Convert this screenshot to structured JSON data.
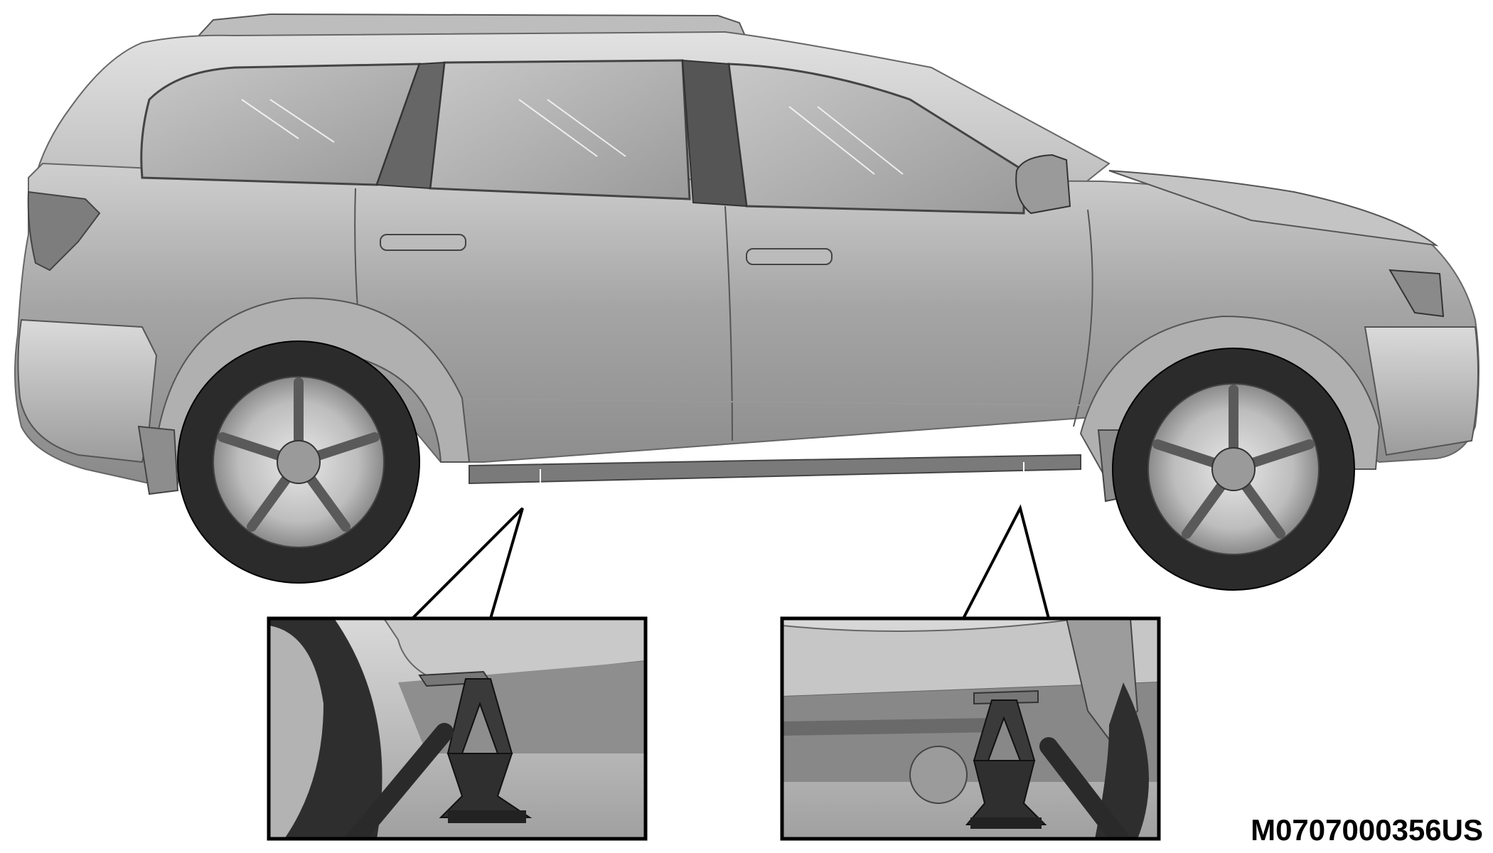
{
  "figure": {
    "code": "M0707000356US",
    "colors": {
      "body_light": "#d6d6d6",
      "body_mid": "#a9a9a9",
      "body_dark": "#6e6e6e",
      "tire": "#2b2b2b",
      "outline": "#000000",
      "background": "#ffffff"
    },
    "callouts": [
      {
        "name": "front-jack-point"
      },
      {
        "name": "rear-jack-point"
      }
    ]
  }
}
